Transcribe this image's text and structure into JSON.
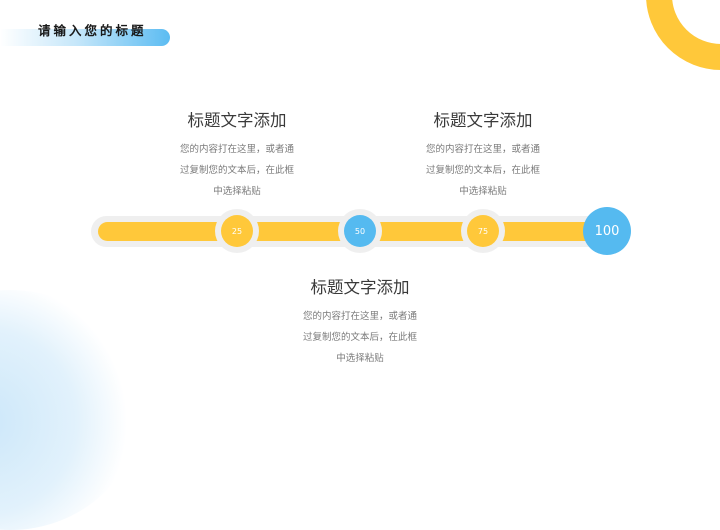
{
  "header": {
    "title": "请输入您的标题"
  },
  "colors": {
    "yellow": "#ffc83a",
    "blue": "#55baf0",
    "track": "#efefef"
  },
  "blocks": [
    {
      "title": "标题文字添加",
      "lines": [
        "您的内容打在这里，或者通",
        "过复制您的文本后，在此框",
        "中选择粘贴"
      ]
    },
    {
      "title": "标题文字添加",
      "lines": [
        "您的内容打在这里，或者通",
        "过复制您的文本后，在此框",
        "中选择粘贴"
      ]
    },
    {
      "title": "标题文字添加",
      "lines": [
        "您的内容打在这里，或者通",
        "过复制您的文本后，在此框",
        "中选择粘贴"
      ]
    }
  ],
  "progress": {
    "markers": [
      {
        "label": "25",
        "color": "yellow"
      },
      {
        "label": "50",
        "color": "blue"
      },
      {
        "label": "75",
        "color": "yellow"
      },
      {
        "label": "100",
        "color": "blue"
      }
    ]
  }
}
